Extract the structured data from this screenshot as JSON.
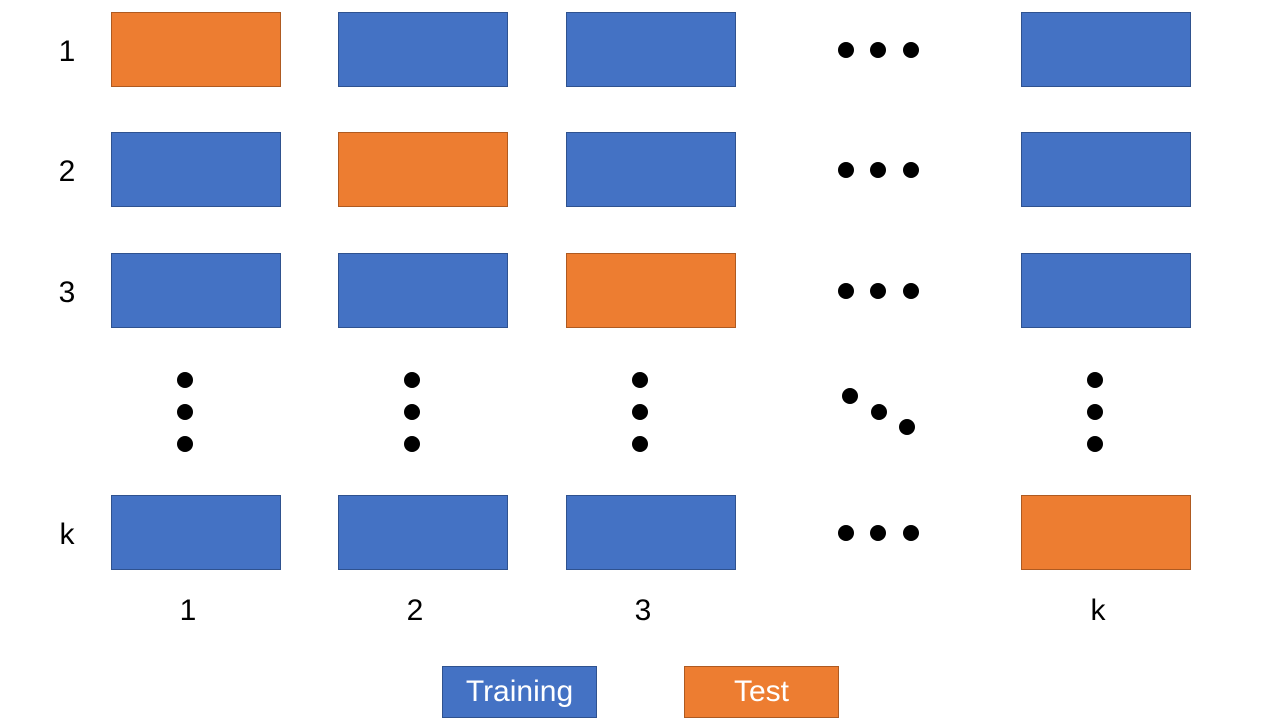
{
  "row_labels": [
    "1",
    "2",
    "3",
    "k"
  ],
  "column_labels": [
    "1",
    "2",
    "3",
    "k"
  ],
  "grid": [
    [
      "test",
      "train",
      "train",
      "train"
    ],
    [
      "train",
      "test",
      "train",
      "train"
    ],
    [
      "train",
      "train",
      "test",
      "train"
    ],
    [
      "train",
      "train",
      "train",
      "test"
    ]
  ],
  "legend": {
    "training_label": "Training",
    "test_label": "Test"
  },
  "colors": {
    "training": "#4472c4",
    "test": "#ed7d31"
  }
}
